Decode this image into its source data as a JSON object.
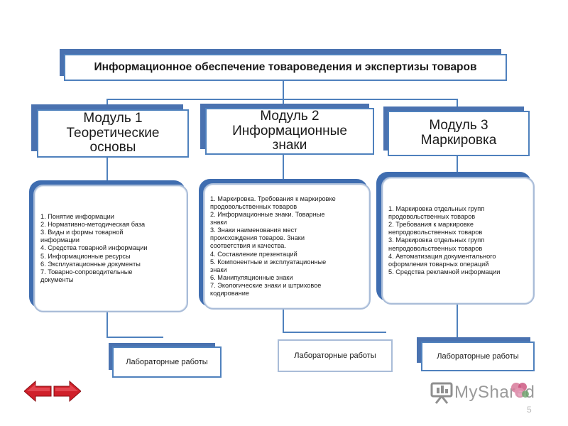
{
  "title": "Информационное обеспечение товароведения и экспертизы товаров",
  "modules": [
    {
      "lines": [
        "Модуль 1",
        "Теоретические",
        "основы"
      ]
    },
    {
      "lines": [
        "Модуль 2",
        "Информационные",
        "знаки"
      ]
    },
    {
      "lines": [
        "Модуль 3",
        "Маркировка"
      ]
    }
  ],
  "contents": [
    {
      "items": [
        "1. Понятие информации",
        "2. Нормативно-методическая база",
        "3. Виды и формы товарной",
        "информации",
        "4. Средства товарной информации",
        "5. Информационные ресурсы",
        "6. Эксплуатационные документы",
        "7. Товарно-сопроводительные",
        "документы"
      ]
    },
    {
      "items": [
        "1. Маркировка. Требования к маркировке",
        "продовольственных товаров",
        "2. Информационные знаки. Товарные",
        "знаки",
        "3. Знаки наименования мест",
        "происхождения товаров. Знаки",
        "соответствия и качества.",
        "4. Составление презентаций",
        "5. Компонентные и эксплуатационные",
        "знаки",
        "6. Манипуляционные знаки",
        "7. Экологические знаки и штриховое",
        "кодирование"
      ]
    },
    {
      "items": [
        "1. Маркировка отдельных групп",
        "продовольственных товаров",
        "2. Требования к маркировке",
        "непродовольственных товаров",
        "3. Маркировка отдельных групп",
        "непродовольственных товаров",
        "4. Автоматизация документального",
        "оформления товарных операций",
        "5. Средства рекламной информации"
      ]
    }
  ],
  "labs": [
    {
      "label": "Лабораторные работы"
    },
    {
      "label": "Лабораторные работы"
    },
    {
      "label": "Лабораторные работы"
    }
  ],
  "logo": {
    "text": "MyShared",
    "icon": "myshared-logo-icon"
  },
  "nav": {
    "prev_icon": "arrow-left-icon",
    "next_icon": "arrow-right-icon"
  },
  "page_number": "5",
  "colors": {
    "border": "#4f81bd",
    "shadow": "#4a72b0",
    "arrow": "#d0202a"
  }
}
